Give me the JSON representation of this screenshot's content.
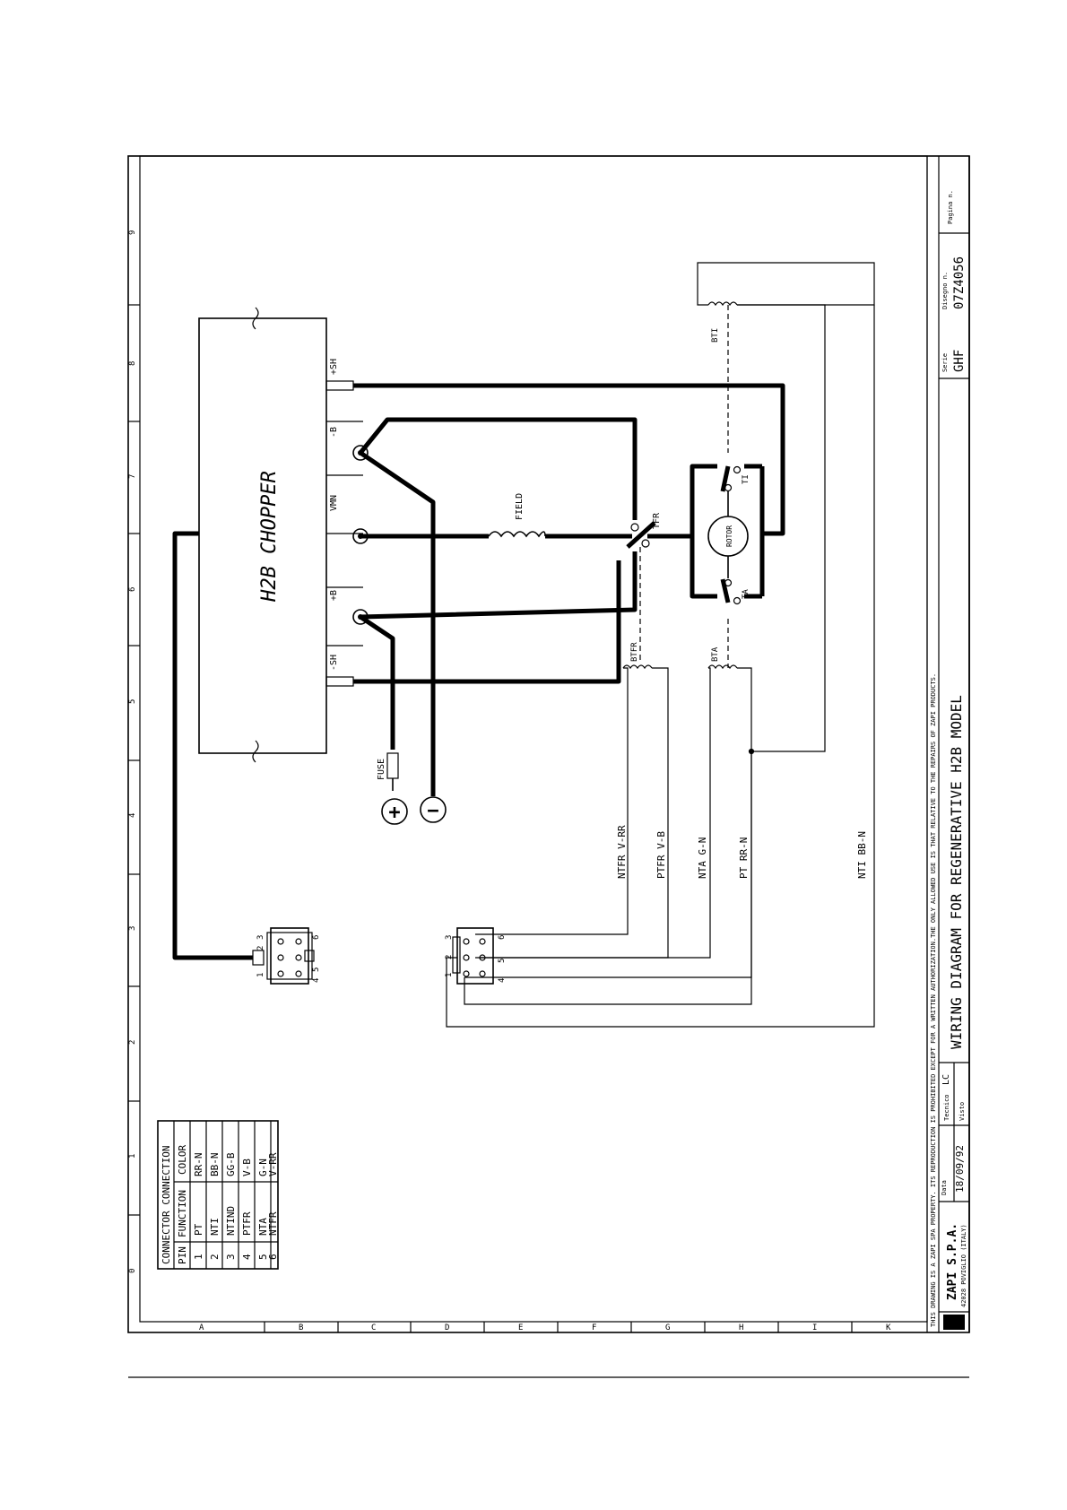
{
  "chopper": {
    "title": "H2B CHOPPER"
  },
  "terminals": {
    "plus_sh": "+SH",
    "minus_b": "-B",
    "vmn": "VMN",
    "plus_b": "+B",
    "minus_sh": "-SH"
  },
  "components": {
    "field": "FIELD",
    "tfr": "TFR",
    "rotor": "ROTOR",
    "ti": "TI",
    "ta": "TA",
    "bti": "BTI",
    "btfr": "BTFR",
    "bta": "BTA",
    "fuse": "FUSE"
  },
  "battery": {
    "plus": "+",
    "minus": "−"
  },
  "wires": {
    "ntfr": "NTFR V-RR",
    "ptfr": "PTFR V-B",
    "nta": "NTA G-N",
    "pt": "PT RR-N",
    "nti": "NTI BB-N"
  },
  "connector_table": {
    "title": "CONNECTOR CONNECTION",
    "headers": [
      "PIN",
      "FUNCTION",
      "COLOR"
    ],
    "rows": [
      [
        "1",
        "PT",
        "RR-N"
      ],
      [
        "2",
        "NTI",
        "BB-N"
      ],
      [
        "3",
        "NTIND",
        "GG-B"
      ],
      [
        "4",
        "PTFR",
        "V-B"
      ],
      [
        "5",
        "NTA",
        "G-N"
      ],
      [
        "6",
        "NTFR",
        "V-RR"
      ]
    ]
  },
  "connector_pins": {
    "left": {
      "p1": "1",
      "p2": "2",
      "p3": "3",
      "p4": "4",
      "p5": "5",
      "p6": "6"
    },
    "right": {
      "p1": "1",
      "p2": "2",
      "p3": "3",
      "p4": "4",
      "p5": "5",
      "p6": "6"
    }
  },
  "grid": {
    "numbers": [
      "0",
      "1",
      "2",
      "3",
      "4",
      "5",
      "6",
      "7",
      "8",
      "9"
    ],
    "letters": [
      "A",
      "B",
      "C",
      "D",
      "E",
      "F",
      "G",
      "H",
      "I",
      "K"
    ]
  },
  "title_block": {
    "notice": "THIS DRAWING IS A ZAPI SPA PROPERTY. ITS REPRODUCTION IS PROHIBITED EXCEPT FOR A WRITTEN AUTHORIZATION.THE ONLY ALLOWED USE IS THAT RELATIVE TO THE REPAIRS OF ZAPI PRODUCTS.",
    "company": "ZAPI S.P.A.",
    "address": "42028 POVIGLIO (ITALY)",
    "data_label": "Data",
    "date": "18/09/92",
    "tecnico_label": "Tecnico",
    "tecnico": "LC",
    "visto_label": "Visto",
    "title": "WIRING DIAGRAM FOR REGENERATIVE H2B MODEL",
    "serie_label": "Serie",
    "serie": "GHF",
    "disegno_label": "Disegno n.",
    "disegno": "07Z4056",
    "pagina_label": "Pagina n."
  }
}
